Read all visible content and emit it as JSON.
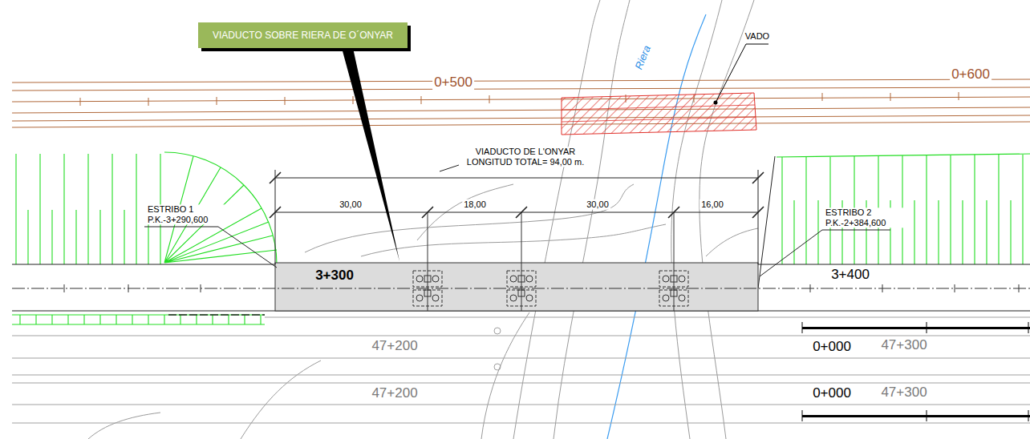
{
  "diagram": {
    "nodes": [
      {
        "text": [
          "VIADUCTO SOBRE RIERA DE O´ONYAR"
        ]
      }
    ],
    "labels": [
      "0+500",
      "0+600",
      "VADO",
      "Riera",
      "VIADUCTO DE L'ONYAR LONGITUD TOTAL= 94,00 m.",
      "30,00",
      "18,00",
      "30,00",
      "16,00",
      "ESTRIBO 1 P.K.-3+290,600",
      "ESTRIBO 2 P.K.-2+384,600",
      "3+300",
      "3+400",
      "47+200",
      "47+200",
      "0+000",
      "47+300",
      "0+000",
      "47+300"
    ]
  }
}
